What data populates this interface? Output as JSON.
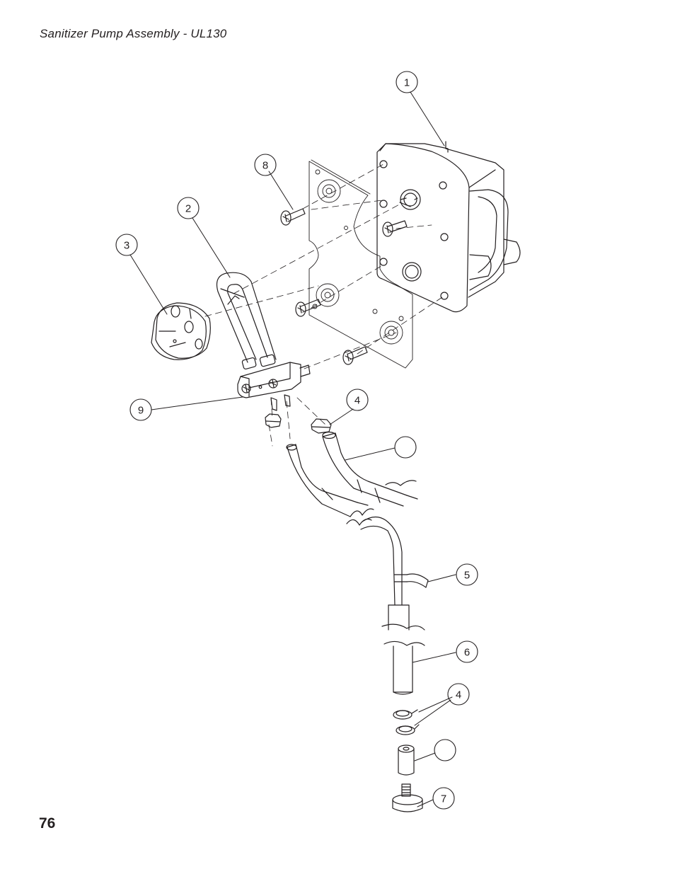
{
  "header": {
    "title": "Sanitizer Pump Assembly - UL130"
  },
  "footer": {
    "page_number": "76"
  },
  "callouts": [
    {
      "label": "1"
    },
    {
      "label": "2"
    },
    {
      "label": "3"
    },
    {
      "label": "4"
    },
    {
      "label": "4"
    },
    {
      "label": "5"
    },
    {
      "label": "6"
    },
    {
      "label": "7"
    },
    {
      "label": "8"
    },
    {
      "label": "9"
    },
    {
      "label": ""
    },
    {
      "label": ""
    }
  ],
  "parts": [
    "pump-motor",
    "mounting-plate",
    "pump-tube",
    "roller-rotor",
    "screw",
    "fitting-block",
    "hex-nut",
    "tubing",
    "sleeve-tube",
    "tube-clamp",
    "adapter-sleeve",
    "foot-filter"
  ]
}
